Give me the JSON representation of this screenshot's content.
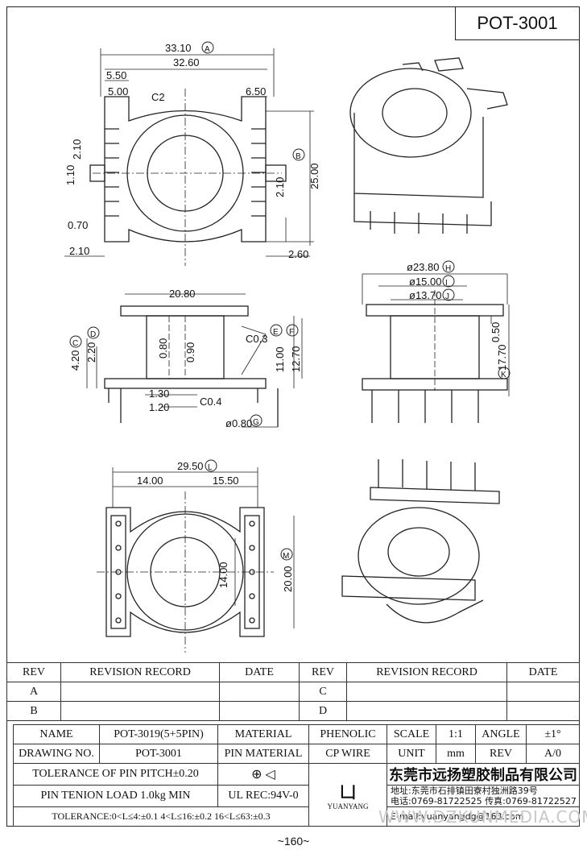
{
  "title": "POT-3001",
  "page_number": "~160~",
  "top_view": {
    "dims": [
      "33.10",
      "32.60",
      "5.50",
      "5.00",
      "C2",
      "6.50",
      "2.10",
      "1.10",
      "2.10",
      "25.00",
      "0.70",
      "2.10",
      "2.60"
    ],
    "markers": [
      "A",
      "B"
    ]
  },
  "side_view": {
    "dims": [
      "20.80",
      "4.20",
      "2.20",
      "0.80",
      "0.90",
      "C0.3",
      "11.00",
      "12.70",
      "1.30",
      "C0.4",
      "1.20",
      "ø0.80"
    ],
    "markers": [
      "C",
      "D",
      "E",
      "F",
      "G"
    ]
  },
  "front_view": {
    "dims": [
      "ø23.80",
      "ø15.00",
      "ø13.70",
      "0.50",
      "17.70"
    ],
    "markers": [
      "H",
      "I",
      "J",
      "K"
    ]
  },
  "bottom_view": {
    "dims": [
      "29.50",
      "14.00",
      "15.50",
      "14.00",
      "20.00"
    ],
    "markers": [
      "L",
      "M"
    ]
  },
  "revision": {
    "headers": [
      "REV",
      "REVISION RECORD",
      "DATE",
      "REV",
      "REVISION RECORD",
      "DATE"
    ],
    "rows": [
      [
        "A",
        "",
        "",
        "C",
        "",
        ""
      ],
      [
        "B",
        "",
        "",
        "D",
        "",
        ""
      ]
    ]
  },
  "spec": {
    "name_label": "NAME",
    "name_value": "POT-3019(5+5PIN)",
    "material_label": "MATERIAL",
    "material_value": "PHENOLIC",
    "scale_label": "SCALE",
    "scale_value": "1:1",
    "angle_label": "ANGLE",
    "angle_value": "±1°",
    "drawing_label": "DRAWING NO.",
    "drawing_value": "POT-3001",
    "pin_material_label": "PIN MATERIAL",
    "pin_material_value": "CP WIRE",
    "unit_label": "UNIT",
    "unit_value": "mm",
    "rev_label": "REV",
    "rev_value": "A/0",
    "pitch_tolerance": "TOLERANCE OF PIN PITCH±0.20",
    "tension_load": "PIN TENION LOAD 1.0kg MIN",
    "ul_rec": "UL REC:94V-0",
    "tolerance": "TOLERANCE:0<L≤4:±0.1  4<L≤16:±0.2  16<L≤63:±0.3",
    "logo_text": "YUANYANG",
    "company": "东莞市远扬塑胶制品有限公司",
    "address": "地址:东莞市石排镇田寮村独洲路39号",
    "phone": "电话:0769-81722525   传真:0769-81722527",
    "email": "E-mail:yuanyangdg@163.com"
  },
  "watermark": "WWW.DZKUNMEDIA.COM"
}
